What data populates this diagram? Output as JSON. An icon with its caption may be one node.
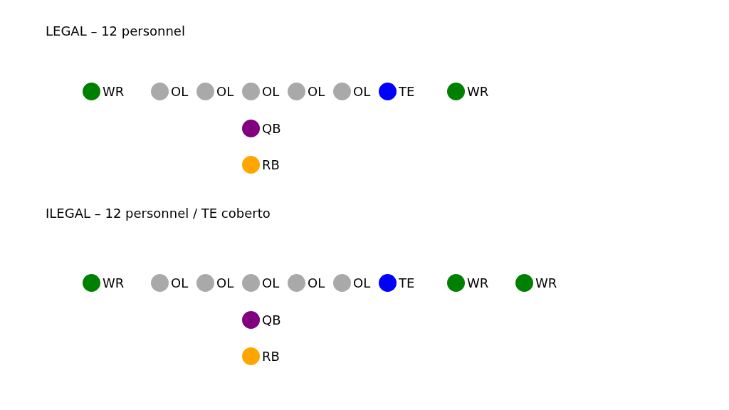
{
  "diagram": {
    "nodes": [
      {
        "text": [],
        "shape": "circle",
        "beside": [
          "WR"
        ]
      },
      {
        "text": [],
        "shape": "circle",
        "beside": [
          "OL"
        ]
      },
      {
        "text": [],
        "shape": "circle",
        "beside": [
          "OL"
        ]
      },
      {
        "text": [],
        "shape": "circle",
        "beside": [
          "OL"
        ]
      },
      {
        "text": [],
        "shape": "circle",
        "beside": [
          "OL"
        ]
      },
      {
        "text": [],
        "shape": "circle",
        "beside": [
          "OL"
        ]
      },
      {
        "text": [],
        "shape": "circle",
        "beside": [
          "TE"
        ]
      },
      {
        "text": [],
        "shape": "circle",
        "beside": [
          "WR"
        ]
      },
      {
        "text": [],
        "shape": "circle",
        "beside": [
          "QB"
        ]
      },
      {
        "text": [],
        "shape": "circle",
        "beside": [
          "RB"
        ]
      },
      {
        "text": [],
        "shape": "circle",
        "beside": [
          "WR"
        ]
      },
      {
        "text": [],
        "shape": "circle",
        "beside": [
          "OL"
        ]
      },
      {
        "text": [],
        "shape": "circle",
        "beside": [
          "OL"
        ]
      },
      {
        "text": [],
        "shape": "circle",
        "beside": [
          "OL"
        ]
      },
      {
        "text": [],
        "shape": "circle",
        "beside": [
          "OL"
        ]
      },
      {
        "text": [],
        "shape": "circle",
        "beside": [
          "OL"
        ]
      },
      {
        "text": [],
        "shape": "circle",
        "beside": [
          "TE"
        ]
      },
      {
        "text": [],
        "shape": "circle",
        "beside": [
          "WR"
        ]
      },
      {
        "text": [],
        "shape": "circle",
        "beside": [
          "WR"
        ]
      },
      {
        "text": [],
        "shape": "circle",
        "beside": [
          "QB"
        ]
      },
      {
        "text": [],
        "shape": "circle",
        "beside": [
          "RB"
        ]
      }
    ],
    "labels": [
      "LEGAL – 12 personnel",
      "ILEGAL – 12 personnel / TE coberto"
    ]
  }
}
